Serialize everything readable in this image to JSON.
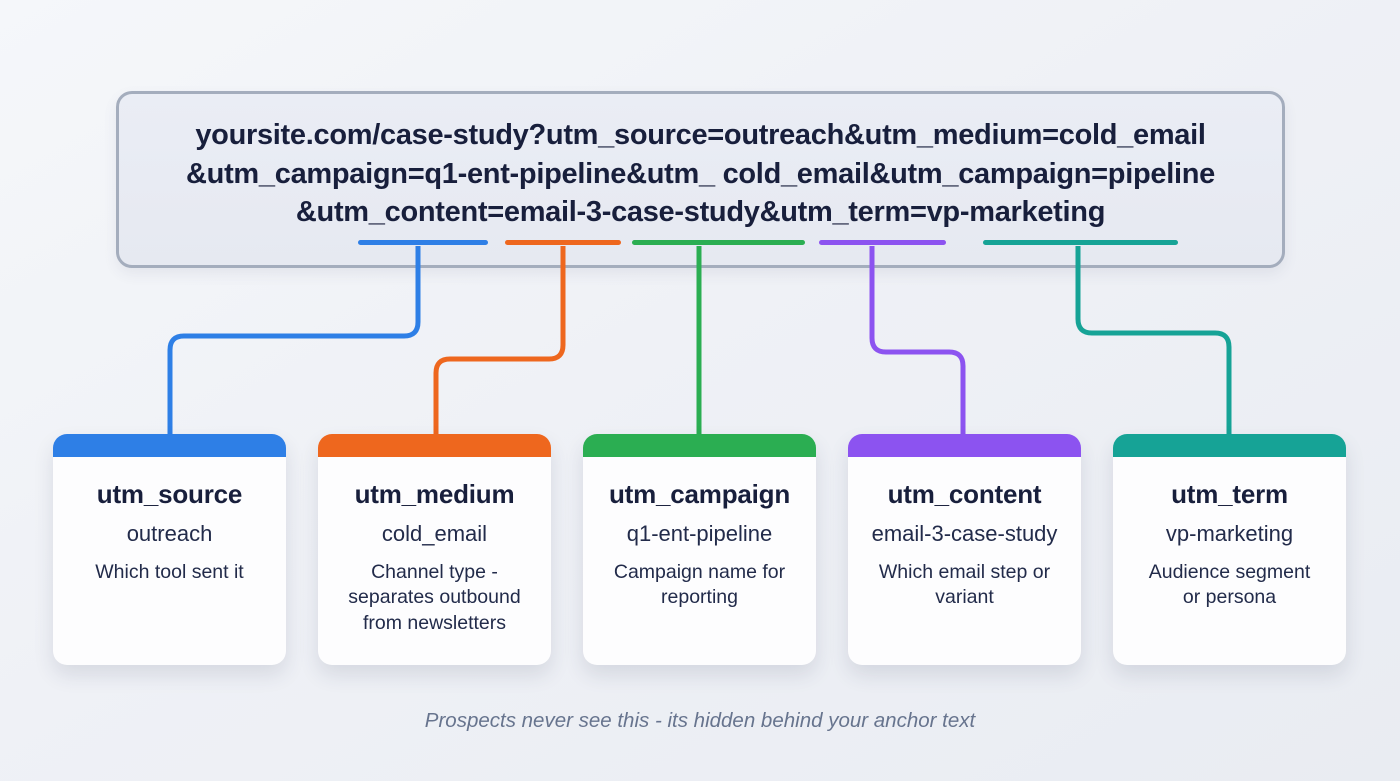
{
  "page": {
    "caption": "Prospects never see this - its hidden behind your anchor text",
    "background": "#eff1f6"
  },
  "url_box": {
    "lines": [
      "yoursite.com/case-study?utm_source=outreach&utm_medium=cold_email",
      "&utm_campaign=q1-ent-pipeline&utm_ cold_email&utm_campaign=pipeline",
      "&utm_content=email-3-case-study&utm_term=vp-marketing"
    ],
    "border_color": "#a4adbd",
    "background": "#e8ebf3",
    "text_color": "#181f3c"
  },
  "params": [
    {
      "name": "utm_source",
      "value": "outreach",
      "description": "Which tool sent it",
      "color": "#2e7fe6"
    },
    {
      "name": "utm_medium",
      "value": "cold_email",
      "description": "Channel type - separates outbound from newsletters",
      "color": "#ee671e"
    },
    {
      "name": "utm_campaign",
      "value": "q1-ent-pipeline",
      "description": "Campaign name for reporting",
      "color": "#2bae52"
    },
    {
      "name": "utm_content",
      "value": "email-3-case-study",
      "description": "Which email step or variant",
      "color": "#8c53f0"
    },
    {
      "name": "utm_term",
      "value": "vp-marketing",
      "description": "Audience segment or persona",
      "color": "#16a396"
    }
  ]
}
